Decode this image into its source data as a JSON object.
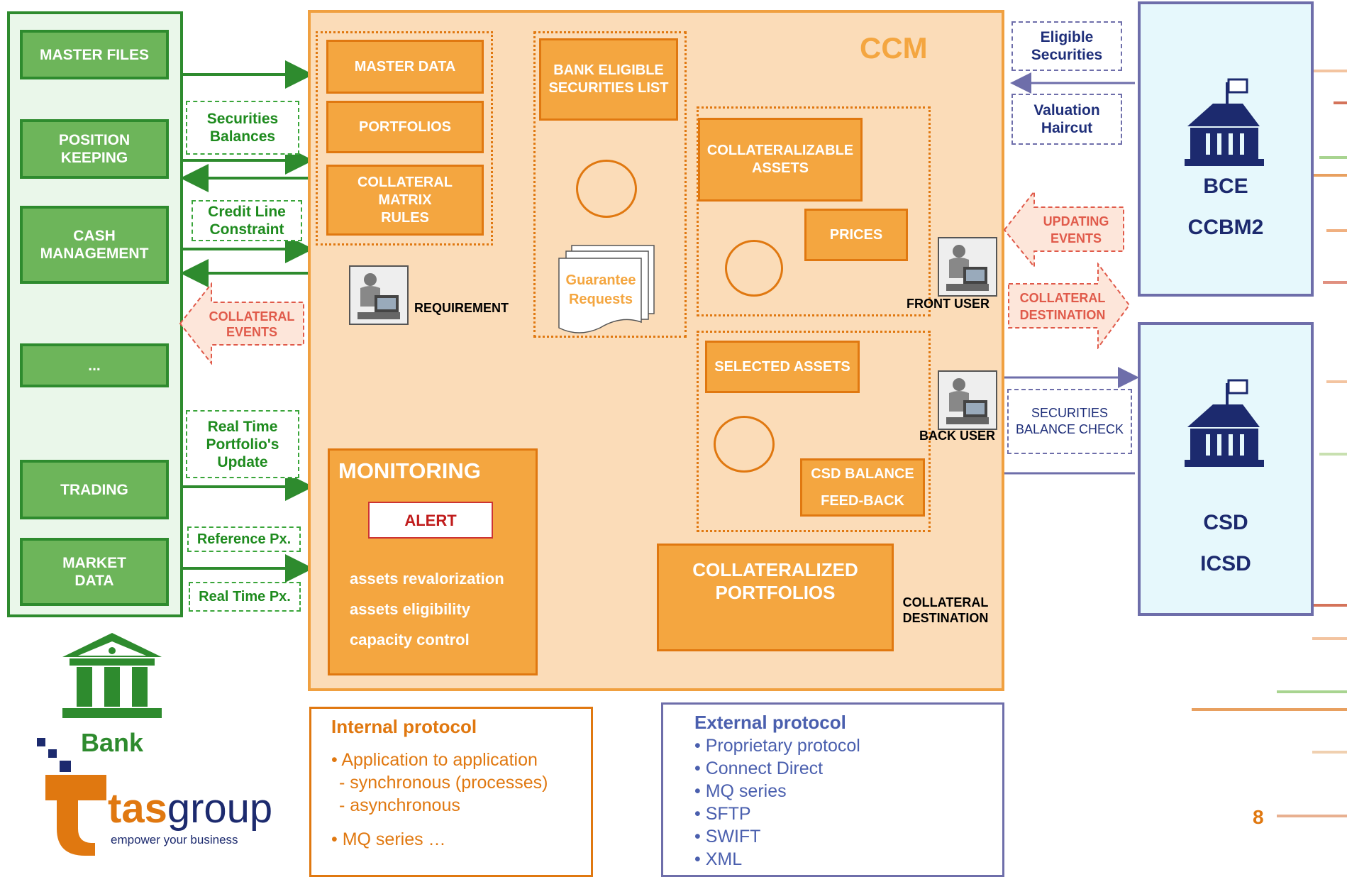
{
  "bank": {
    "modules": [
      "MASTER FILES",
      "POSITION KEEPING",
      "CASH MANAGEMENT",
      "...",
      "TRADING",
      "MARKET DATA"
    ],
    "flows": [
      "Securities Balances",
      "Credit Line Constraint",
      "Real Time Portfolio's Update",
      "Reference Px.",
      "Real Time Px."
    ],
    "collateral_events": "COLLATERAL EVENTS",
    "logo_label": "Bank"
  },
  "ccm": {
    "title": "CCM",
    "master_data": "MASTER DATA",
    "portfolios": "PORTFOLIOS",
    "collateral_matrix_rules": "COLLATERAL MATRIX RULES",
    "bank_eligible_list": "BANK ELIGIBLE SECURITIES LIST",
    "guarantee_requests": "Guarantee Requests",
    "requirement": "REQUIREMENT",
    "collateralizable_assets": "COLLATERALIZABLE ASSETS",
    "prices": "PRICES",
    "selected_assets": "SELECTED ASSETS",
    "csd_balance": "CSD BALANCE",
    "feed_back": "FEED-BACK",
    "collateralized_portfolios": "COLLATERALIZED PORTFOLIOS",
    "collateral_destination": "COLLATERAL DESTINATION",
    "front_user": "FRONT USER",
    "back_user": "BACK USER",
    "monitoring": {
      "title": "MONITORING",
      "alert": "ALERT",
      "items": [
        "assets revalorization",
        "assets eligibility",
        "capacity control"
      ]
    }
  },
  "external": {
    "eligible_securities": "Eligible Securities",
    "valuation_haircut": "Valuation Haircut",
    "updating_events": "UPDATING EVENTS",
    "collateral_destination": "COLLATERAL DESTINATION",
    "securities_balance_check": "SECURITIES BALANCE CHECK",
    "bce_lines": [
      "BCE",
      "CCBM2"
    ],
    "csd_lines": [
      "CSD",
      "ICSD"
    ]
  },
  "protocols": {
    "internal": {
      "title": "Internal protocol",
      "lines": [
        "• Application to application",
        " - synchronous (processes)",
        " - asynchronous",
        "• MQ series …"
      ]
    },
    "external": {
      "title": "External protocol",
      "lines": [
        "• Proprietary protocol",
        "• Connect Direct",
        "• MQ series",
        "• SFTP",
        "• SWIFT",
        "• XML"
      ]
    }
  },
  "brand": {
    "name_bold": "tas",
    "name_light": "group",
    "tagline": "empower your business"
  },
  "page_number": "8",
  "colors": {
    "bank_green": "#2e8b2e",
    "module_green": "#6db55a",
    "ccm_orange": "#f4a640",
    "ccm_bg": "#fbdcb8",
    "event_red": "#e05a4a",
    "external_blue": "#6e6eaa",
    "navy": "#1c2a6e"
  },
  "icons": [
    "user-at-terminal-icon",
    "central-bank-building-icon",
    "bank-temple-icon"
  ]
}
